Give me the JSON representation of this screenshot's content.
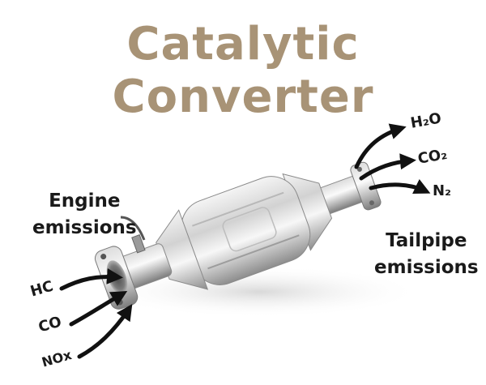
{
  "title": "Catalytic Converter",
  "inputs": {
    "group_label_line1": "Engine",
    "group_label_line2": "emissions",
    "gases": [
      "HC",
      "CO",
      "NOx"
    ]
  },
  "outputs": {
    "group_label_line1": "Tailpipe",
    "group_label_line2": "emissions",
    "gases": [
      "H₂O",
      "CO₂",
      "N₂"
    ]
  },
  "colors": {
    "title": "#a89376",
    "text": "#1a1a1a",
    "arrow": "#111111",
    "metal_light": "#e9e9e9",
    "metal_dark": "#8a8a8a"
  },
  "icons": [
    "catalytic-converter-icon",
    "arrow-icon"
  ]
}
